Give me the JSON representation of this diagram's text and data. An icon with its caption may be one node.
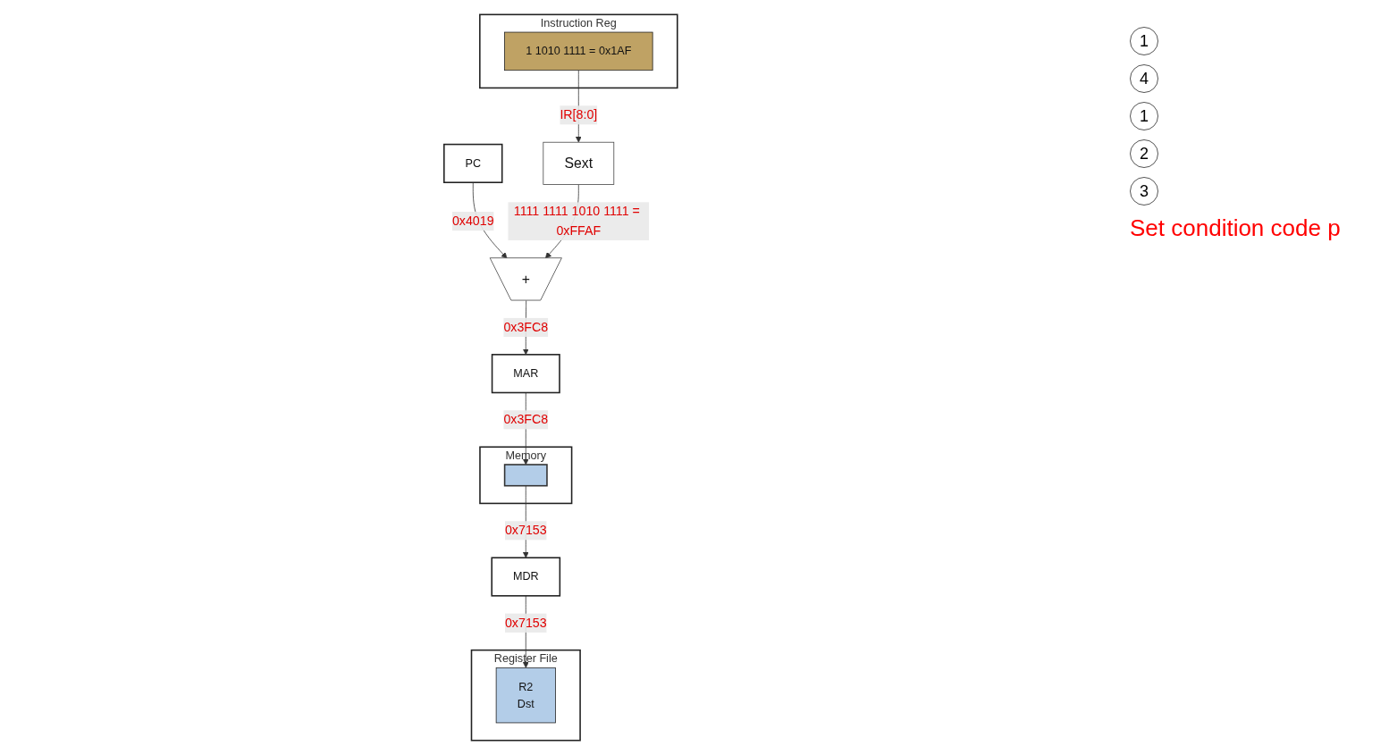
{
  "diagram": {
    "nodes": [
      {
        "text": [
          "PC"
        ]
      },
      {
        "text": [
          "Register File"
        ]
      },
      {
        "text": [
          "R2",
          "Dst"
        ],
        "in": 1
      },
      {
        "text": [
          "Memory"
        ]
      },
      {
        "text": [],
        "shape": "bar",
        "in": 3
      },
      {
        "text": [
          "Sext"
        ]
      },
      {
        "text": [
          "Instruction Reg"
        ]
      },
      {
        "text": [
          "1 1010 1111 = 0x1AF"
        ],
        "in": 6
      },
      {
        "text": [
          "+"
        ]
      },
      {
        "text": [
          "MAR"
        ]
      },
      {
        "text": [
          "MDR"
        ]
      }
    ],
    "edges": [
      {
        "from": 0,
        "to": 8,
        "arrow": "to",
        "label": "0x4019"
      },
      {
        "from": 7,
        "to": 5,
        "arrow": "to",
        "label": "IR[8:0]"
      },
      {
        "from": 5,
        "to": 8,
        "arrow": "to",
        "label": "1111 1111 1010 1111 = 0xFFAF"
      },
      {
        "from": 8,
        "to": 9,
        "arrow": "to",
        "label": "0x3FC8"
      },
      {
        "from": 9,
        "to": 4,
        "arrow": "to",
        "label": "0x3FC8"
      },
      {
        "from": 4,
        "to": 10,
        "arrow": "to",
        "label": "0x7153"
      },
      {
        "from": 10,
        "to": 2,
        "arrow": "to",
        "label": "0x7153"
      }
    ],
    "labels": [
      "1",
      "4",
      "1",
      "2",
      "3",
      "Set condition code p"
    ]
  }
}
